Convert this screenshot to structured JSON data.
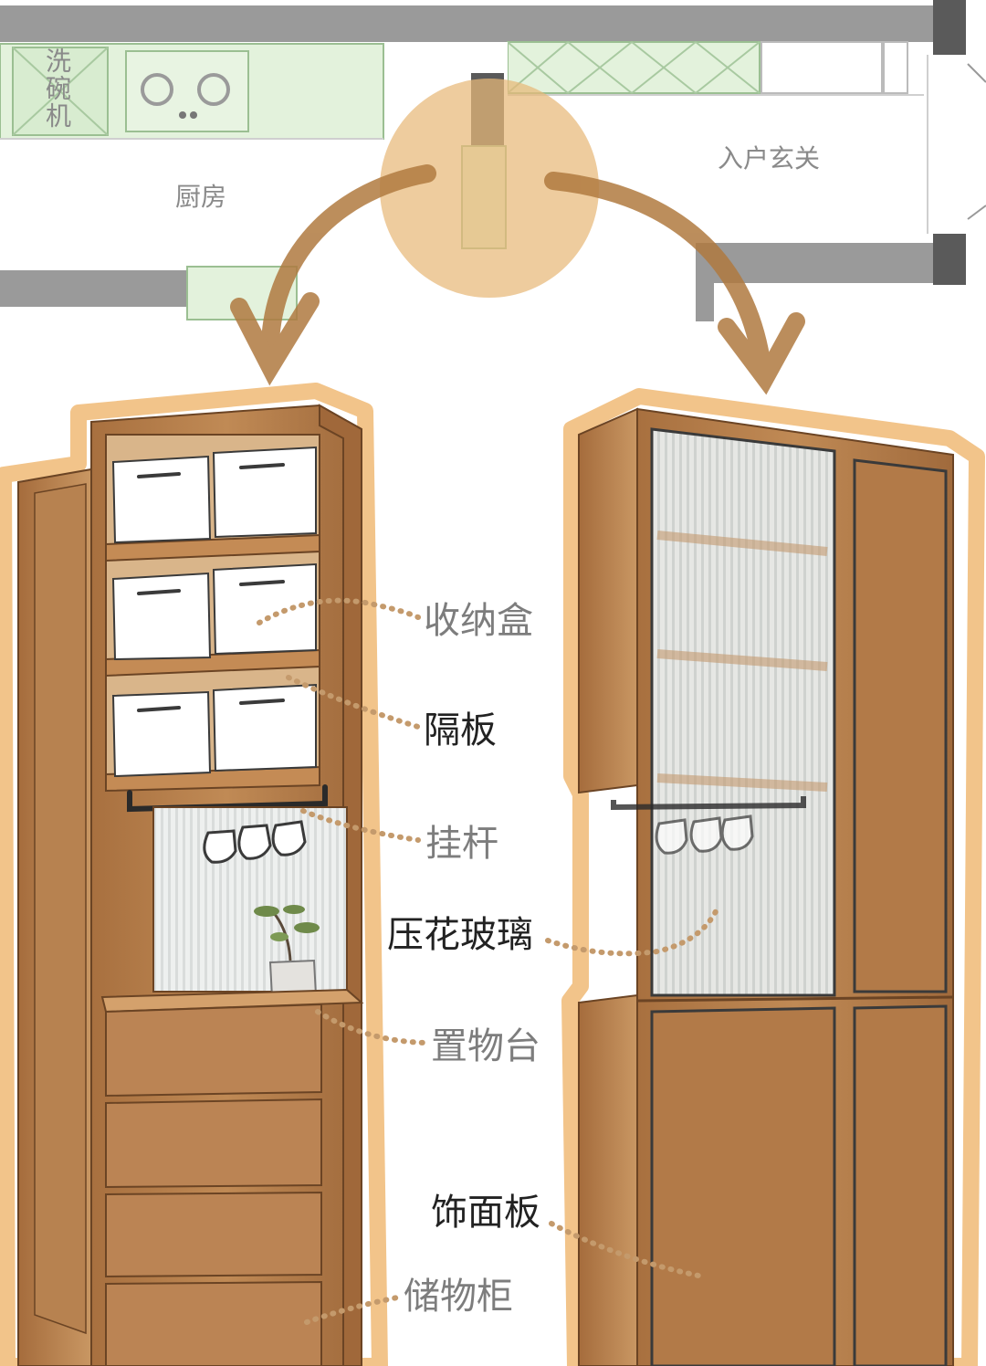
{
  "floorplan": {
    "kitchen_label": "厨房",
    "entry_label": "入户玄关",
    "dishwasher_label": "洗碗机"
  },
  "callouts": {
    "storage_box": "收纳盒",
    "shelf": "隔板",
    "hanging_rod": "挂杆",
    "pattern_glass": "压花玻璃",
    "display_shelf": "置物台",
    "veneer_panel": "饰面板",
    "storage_cabinet": "储物柜"
  },
  "colors": {
    "wall": "#9a9a9a",
    "wall_dark": "#5a5a5a",
    "counter_green": "#e3f2dc",
    "accent_orange": "#e8b878",
    "arrow_brown": "#b07a40",
    "wood": "#b88150",
    "wood_dark": "#7a4e2a",
    "callout_dot": "#c49a6c"
  }
}
